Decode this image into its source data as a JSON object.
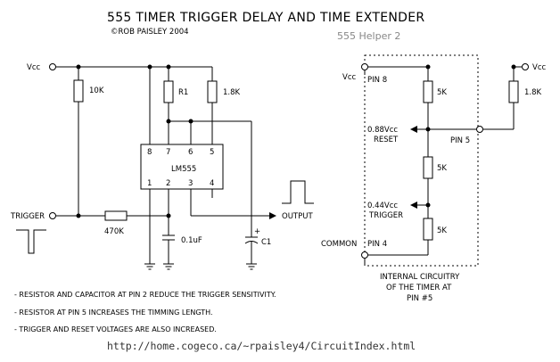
{
  "title": "555 TIMER TRIGGER DELAY AND TIME EXTENDER",
  "copyright": "©ROB PAISLEY 2004",
  "helper_caption": "555 Helper 2",
  "left_circuit": {
    "vcc_label": "Vcc",
    "trigger_label": "TRIGGER",
    "output_label": "OUTPUT",
    "chip_label": "LM555",
    "pins_top": [
      "8",
      "7",
      "6",
      "5"
    ],
    "pins_bottom": [
      "1",
      "2",
      "3",
      "4"
    ],
    "r_10k": "10K",
    "r1": "R1",
    "r_18k": "1.8K",
    "r_470k": "470K",
    "cap_01uf": "0.1uF",
    "cap_c1": "C1",
    "plus_sign": "+"
  },
  "right_circuit": {
    "vcc_left": "Vcc",
    "vcc_right": "Vcc",
    "pin8": "PIN 8",
    "pin5": "PIN 5",
    "pin4": "PIN 4",
    "r_5k_top": "5K",
    "r_5k_mid": "5K",
    "r_5k_bot": "5K",
    "r_18k": "1.8K",
    "reset_voltage": "0.88Vcc",
    "reset_label": "RESET",
    "trigger_voltage": "0.44Vcc",
    "trigger_label": "TRIGGER",
    "common_label": "COMMON",
    "internal_caption": [
      "INTERNAL CIRCUITRY",
      "OF THE TIMER AT",
      "PIN #5"
    ]
  },
  "notes": [
    "- RESISTOR AND CAPACITOR AT PIN 2 REDUCE THE TRIGGER SENSITIVITY.",
    "- RESISTOR AT PIN 5 INCREASES THE TIMMING LENGTH.",
    "- TRIGGER AND RESET VOLTAGES ARE ALSO INCREASED."
  ],
  "url": "http://home.cogeco.ca/~rpaisley4/CircuitIndex.html"
}
